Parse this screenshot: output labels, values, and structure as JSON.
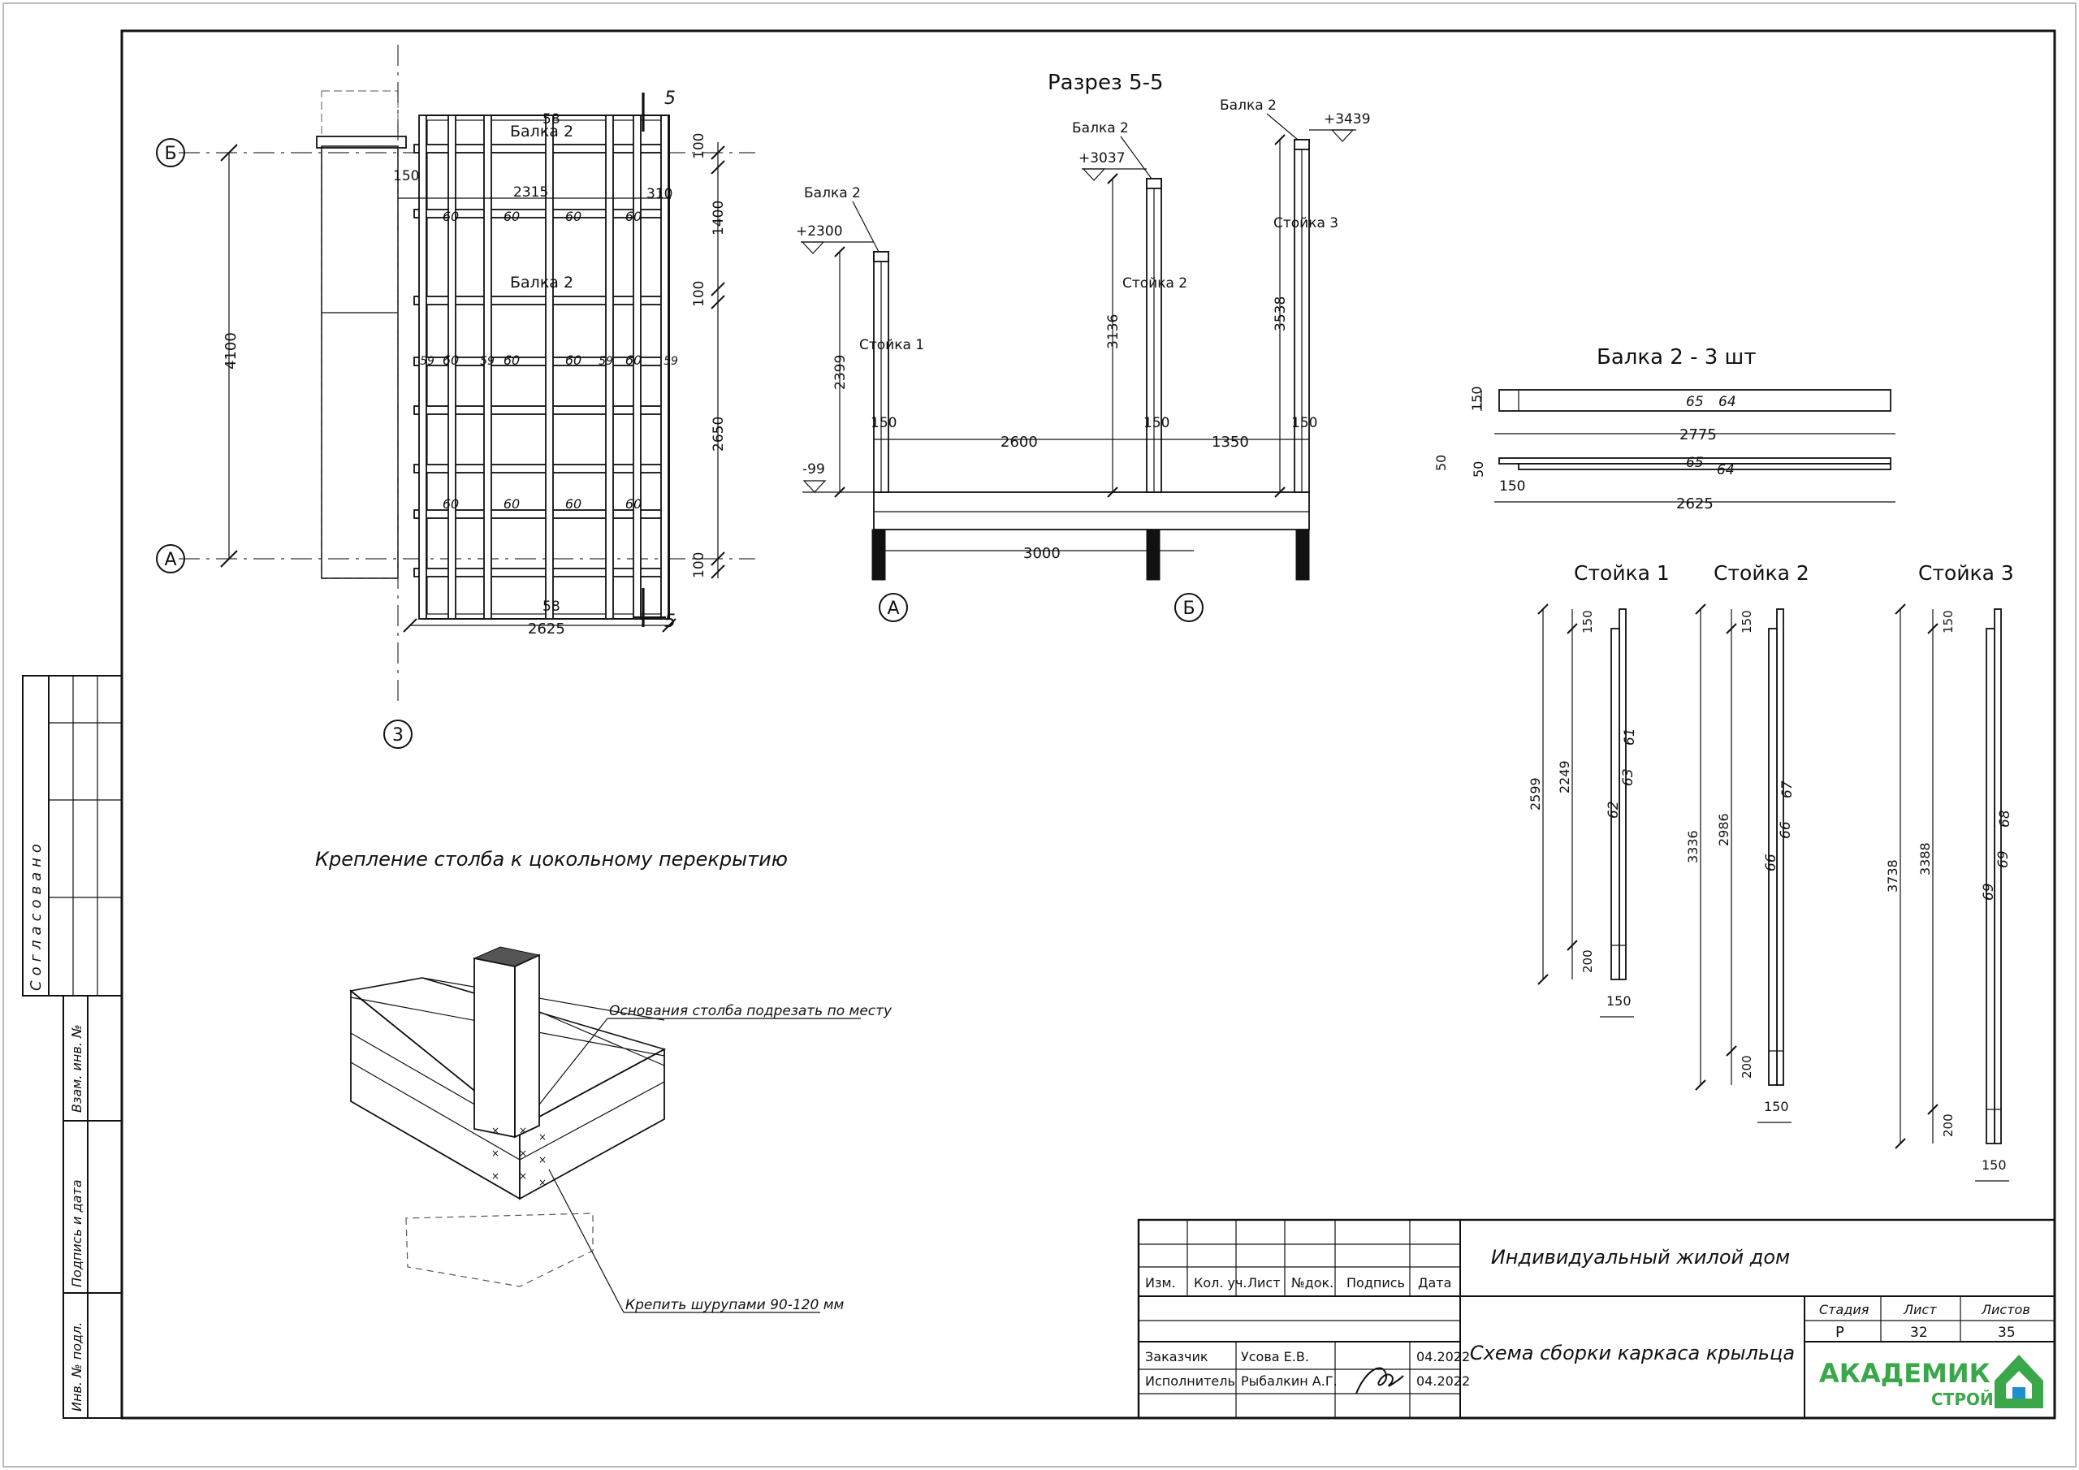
{
  "side_stamp": {
    "agreed": "Согласовано",
    "inv_ref": "Взам. инв. №",
    "sign_date": "Подпись и дата",
    "inv_orig": "Инв. № подл."
  },
  "plan": {
    "beam_top": "Балка 2",
    "beam_mid": "Балка 2",
    "section_mark": "5",
    "axis_b": "Б",
    "axis_a": "А",
    "axis_3": "3",
    "d_overall_v": "4100",
    "d_top_150": "150",
    "d_2315": "2315",
    "d_310": "310",
    "d_top58": "58",
    "d_bottom58": "58",
    "d_2625": "2625",
    "d_right": [
      "100",
      "1400",
      "100",
      "2650",
      "100"
    ],
    "spacing": "60",
    "spacing_small": "59"
  },
  "section": {
    "title": "Разрез 5-5",
    "beam_label": "Балка 2",
    "post1": "Стойка 1",
    "post2": "Стойка 2",
    "post3": "Стойка 3",
    "lvl1": "+2300",
    "lvl2": "+3037",
    "lvl3": "+3439",
    "lvl_low": "-99",
    "h1": "2399",
    "h2": "3136",
    "h3": "3538",
    "w150": "150",
    "span1": "2600",
    "span2": "1350",
    "span3": "3000",
    "axis_a": "А",
    "axis_b": "Б"
  },
  "beam_detail": {
    "title": "Балка 2 - 3 шт",
    "d150": "150",
    "d2775": "2775",
    "d50a": "50",
    "d50b": "50",
    "d150b": "150",
    "d2625": "2625",
    "m65": "65",
    "m64": "64"
  },
  "posts": [
    {
      "title": "Стойка 1",
      "total": "2599",
      "inner": "2249",
      "top": "150",
      "bottom": "200",
      "width": "150",
      "m1": "61",
      "m2": "62",
      "m3": "63"
    },
    {
      "title": "Стойка 2",
      "total": "3336",
      "inner": "2986",
      "top": "150",
      "bottom": "200",
      "width": "150",
      "m1": "67",
      "m2": "66",
      "m3": "66"
    },
    {
      "title": "Стойка 3",
      "total": "3738",
      "inner": "3388",
      "top": "150",
      "bottom": "200",
      "width": "150",
      "m1": "68",
      "m2": "69",
      "m3": "69"
    }
  ],
  "mount": {
    "title": "Крепление столба к цокольному перекрытию",
    "note1": "Основания столба подрезать по месту",
    "note2": "Крепить шурупами 90-120 мм"
  },
  "title_block": {
    "col_izm": "Изм.",
    "col_kol": "Кол. уч.",
    "col_list": "Лист",
    "col_ndok": "№док.",
    "col_podp": "Подпись",
    "col_data": "Дата",
    "customer_role": "Заказчик",
    "customer_name": "Усова Е.В.",
    "customer_date": "04.2022",
    "executor_role": "Исполнитель",
    "executor_name": "Рыбалкин А.Г.",
    "executor_date": "04.2022",
    "project": "Индивидуальный жилой дом",
    "sheet_title": "Схема сборки каркаса крыльца",
    "stage_h": "Стадия",
    "list_h": "Лист",
    "lists_h": "Листов",
    "stage": "Р",
    "list": "32",
    "lists": "35",
    "logo_main": "АКАДЕМИК",
    "logo_sub": "СТРОЙ"
  },
  "colors": {
    "logo_green": "#3aa84a",
    "logo_blue": "#1f8fd0"
  }
}
